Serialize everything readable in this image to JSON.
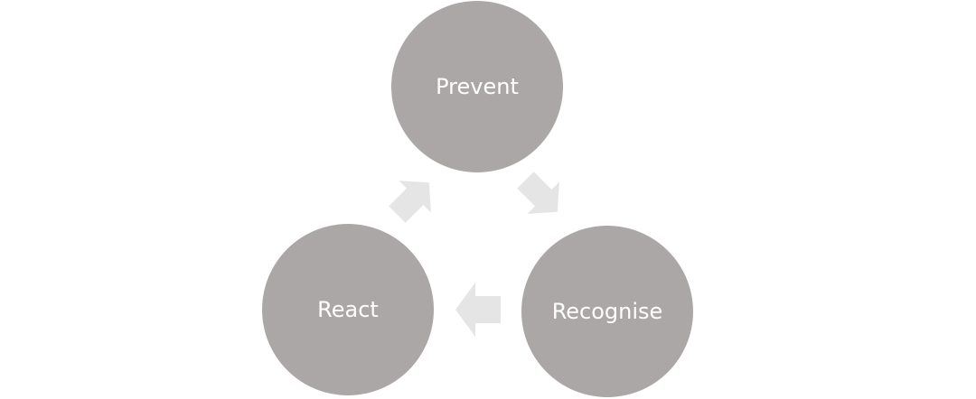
{
  "diagram": {
    "type": "cycle",
    "colors": {
      "node_fill": "#aba7a7",
      "node_text": "#ffffff",
      "arrow_fill": "#e6e5e5",
      "background": "#ffffff"
    },
    "nodes": [
      {
        "id": "prevent",
        "label": "Prevent"
      },
      {
        "id": "recognise",
        "label": "Recognise"
      },
      {
        "id": "react",
        "label": "React"
      }
    ],
    "edges": [
      {
        "from": "Prevent",
        "to": "Recognise"
      },
      {
        "from": "Recognise",
        "to": "React"
      },
      {
        "from": "React",
        "to": "Prevent"
      }
    ]
  }
}
